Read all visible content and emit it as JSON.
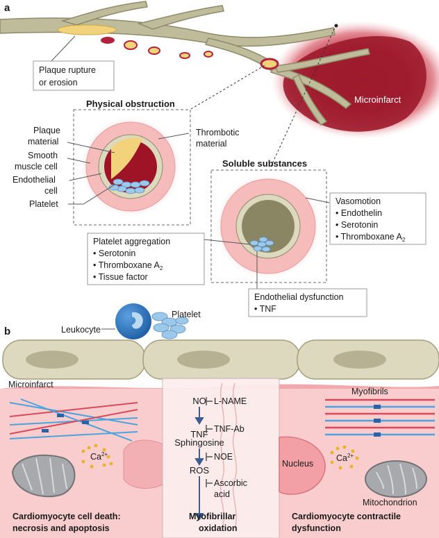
{
  "panel_a": {
    "letter": "a",
    "plaque_rupture_line1": "Plaque rupture",
    "plaque_rupture_line2": "or erosion",
    "microinfarct": "Microinfarct",
    "physical_obstruction": {
      "title": "Physical obstruction",
      "plaque_line1": "Plaque",
      "plaque_line2": "material",
      "smooth_line1": "Smooth",
      "smooth_line2": "muscle cell",
      "endo_line1": "Endothelial",
      "endo_line2": "cell",
      "platelet": "Platelet",
      "thrombotic_line1": "Thrombotic",
      "thrombotic_line2": "material"
    },
    "soluble_substances": {
      "title": "Soluble substances",
      "vasomotion": {
        "heading": "Vasomotion",
        "items": [
          "Endothelin",
          "Serotonin",
          "Thromboxane A"
        ],
        "subscript": "2"
      },
      "platelet_aggregation": {
        "heading": "Platelet aggregation",
        "items": [
          "Serotonin",
          "Thromboxane A",
          "Tissue factor"
        ],
        "subscript": "2"
      },
      "endothelial_dysfunction": {
        "heading": "Endothelial dysfunction",
        "items": [
          "TNF"
        ]
      }
    }
  },
  "panel_b": {
    "letter": "b",
    "leukocyte": "Leukocyte",
    "platelet": "Platelet",
    "microinfarct": "Microinfarct",
    "myofibrils": "Myofibrils",
    "ca_ion": "Ca",
    "ca_charge": "2+",
    "nucleus": "Nucleus",
    "mitochondrion": "Mitochondrion",
    "pathway": {
      "steps": [
        "NO",
        "TNF",
        "Sphingosine",
        "ROS"
      ],
      "inhibitors": [
        "L-NAME",
        "TNF-Ab",
        "NOE",
        "Ascorbic",
        "acid"
      ]
    },
    "captions": {
      "left_line1": "Cardiomyocyte cell death:",
      "left_line2": "necrosis and apoptosis",
      "center_line1": "Myofibrillar",
      "center_line2": "oxidation",
      "right_line1": "Cardiomyocyte contractile",
      "right_line2": "dysfunction"
    }
  },
  "colors": {
    "vessel": "#bfbc9c",
    "vessel_edge": "#8f8a68",
    "infarct": "#9c1b2c",
    "plaque": "#f3d27c",
    "thrombus": "#9e1426",
    "wall_pink": "#f6bcbc",
    "platelet": "#9cc8ea",
    "leukocyte": "#2f76c0",
    "myocyte": "#f9cdcd",
    "endothelium": "#ddd9bf",
    "pathway_arrow": "#3a5e93"
  }
}
